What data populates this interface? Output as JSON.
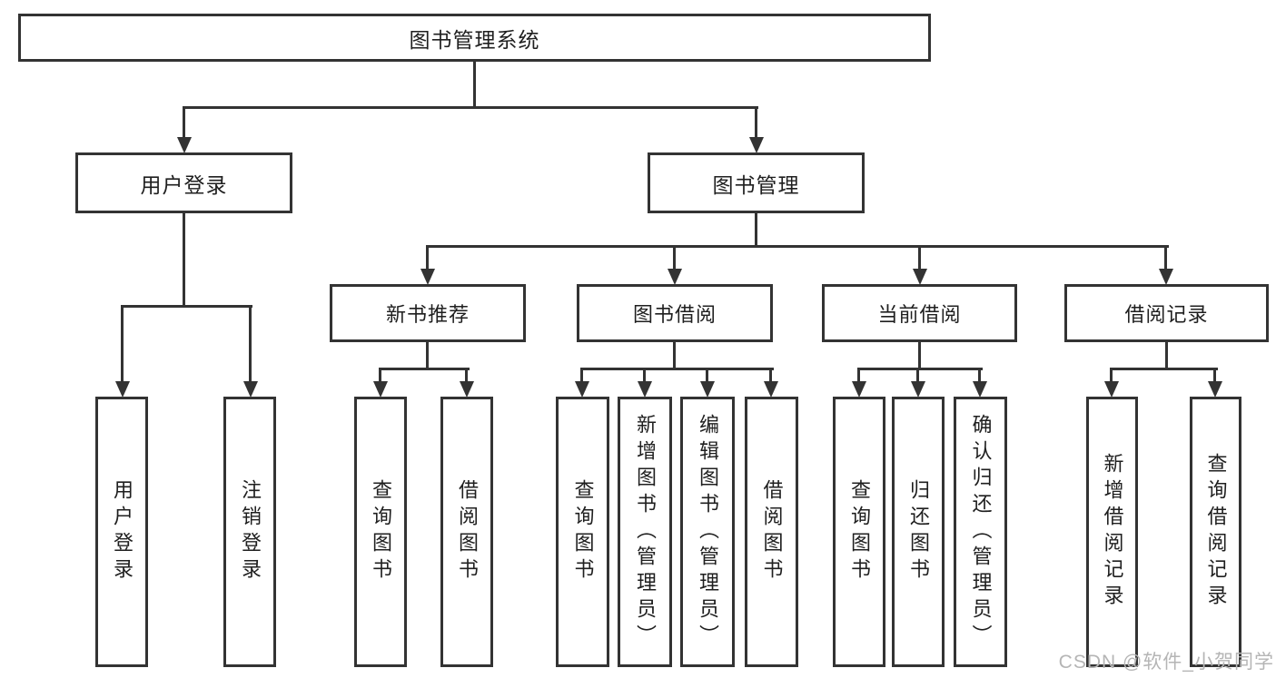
{
  "colors": {
    "line": "#333333",
    "box_border": "#333333",
    "box_background": "#ffffff",
    "text": "#1f1f1f",
    "watermark": "#b5b5b5",
    "page_background": "#ffffff"
  },
  "watermark": {
    "text": "CSDN @软件_小贺同学"
  },
  "diagram": {
    "type": "function-structure-tree",
    "tree": {
      "label": "图书管理系统",
      "children": [
        {
          "label": "用户登录",
          "children": [
            {
              "label": "用户登录"
            },
            {
              "label": "注销登录"
            }
          ]
        },
        {
          "label": "图书管理",
          "children": [
            {
              "label": "新书推荐",
              "children": [
                {
                  "label": "查询图书"
                },
                {
                  "label": "借阅图书"
                }
              ]
            },
            {
              "label": "图书借阅",
              "children": [
                {
                  "label": "查询图书"
                },
                {
                  "label": "新增图书（管理员）"
                },
                {
                  "label": "编辑图书（管理员）"
                },
                {
                  "label": "借阅图书"
                }
              ]
            },
            {
              "label": "当前借阅",
              "children": [
                {
                  "label": "查询图书"
                },
                {
                  "label": "归还图书"
                },
                {
                  "label": "确认归还（管理员）"
                }
              ]
            },
            {
              "label": "借阅记录",
              "children": [
                {
                  "label": "新增借阅记录"
                },
                {
                  "label": "查询借阅记录"
                }
              ]
            }
          ]
        }
      ]
    }
  }
}
